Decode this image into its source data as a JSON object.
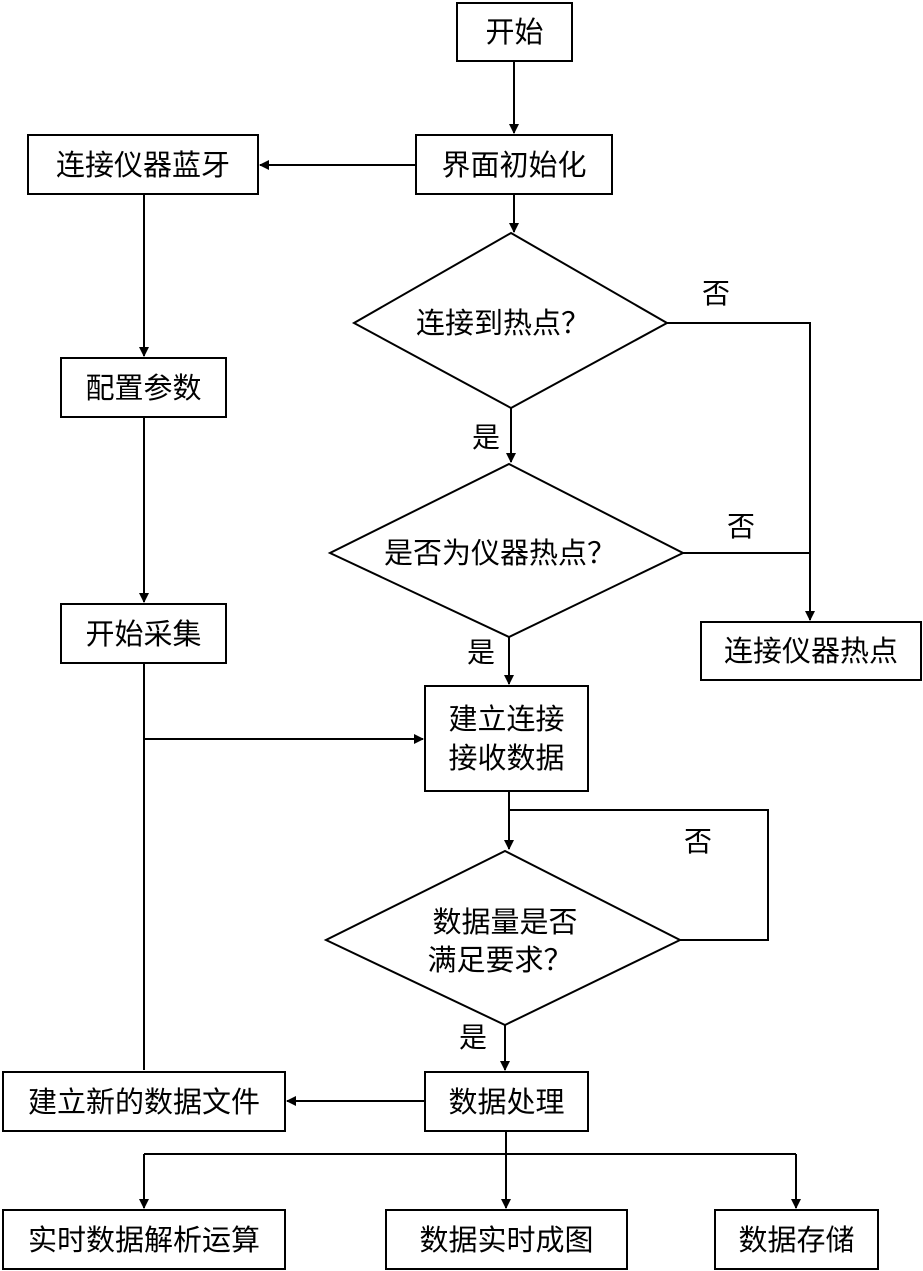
{
  "nodes": {
    "start": "开始",
    "init_ui": "界面初始化",
    "connect_bt": "连接仪器蓝牙",
    "config_params": "配置参数",
    "start_acq": "开始采集",
    "q_hotspot": "连接到热点？",
    "q_inst_hotspot": "是否为仪器热点？",
    "connect_inst_hotspot": "连接仪器热点",
    "establish_line1": "建立连接",
    "establish_line2": "接收数据",
    "q_data_line1": "数据量是否",
    "q_data_line2": "满足要求？",
    "process": "数据处理",
    "new_file": "建立新的数据文件",
    "realtime_calc": "实时数据解析运算",
    "realtime_plot": "数据实时成图",
    "storage": "数据存储"
  },
  "labels": {
    "yes": "是",
    "no": "否"
  }
}
